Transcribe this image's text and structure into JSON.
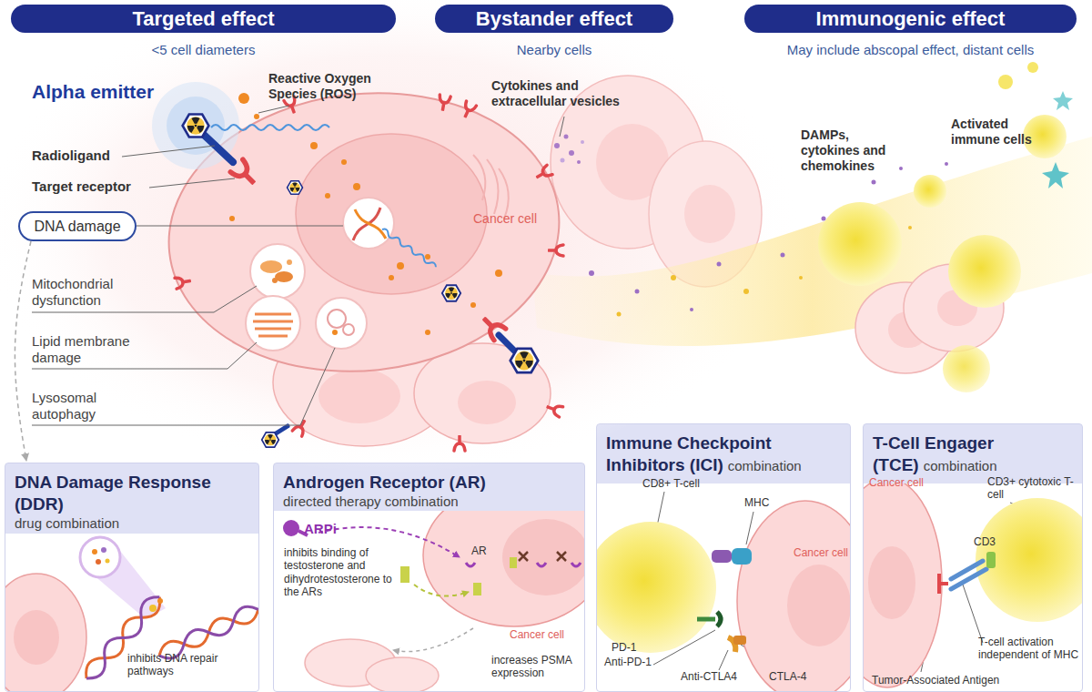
{
  "diagram": {
    "nodes": [
      {
        "text": [
          "Targeted effect",
          "<5 cell diameters"
        ]
      },
      {
        "text": [
          "Bystander effect",
          "Nearby cells"
        ]
      },
      {
        "text": [
          "Immunogenic effect",
          "May include abscopal effect, distant cells"
        ]
      },
      {
        "text": [
          "DNA damage"
        ]
      },
      {
        "text": [
          "DNA Damage Response (DDR)",
          "drug combination"
        ]
      },
      {
        "text": [
          "Androgen Receptor (AR)",
          "directed therapy combination"
        ]
      },
      {
        "text": [
          "Immune Checkpoint Inhibitors (ICI)",
          "combination"
        ]
      },
      {
        "text": [
          "T-Cell Engager (TCE)",
          "combination"
        ]
      }
    ],
    "edges": [
      {
        "from": 3,
        "to": 4,
        "arrow": "to"
      }
    ],
    "labels": [
      "Alpha emitter",
      "Reactive Oxygen Species (ROS)",
      "Radioligand",
      "Target receptor",
      "Mitochondrial dysfunction",
      "Lipid membrane damage",
      "Lysosomal autophagy",
      "Cancer cell",
      "Cytokines and extracellular vesicles",
      "DAMPs, cytokines and chemokines",
      "Activated immune cells",
      "inhibits DNA repair pathways",
      "ARPi",
      "inhibits binding of testosterone and dihydrotestosterone to the ARs",
      "AR",
      "Cancer cell",
      "increases PSMA expression",
      "CD8+ T-cell",
      "MHC",
      "PD-1",
      "Anti-PD-1",
      "Anti-CTLA4",
      "CTLA-4",
      "Cancer cell",
      "Cancer cell",
      "CD3+ cytotoxic T-cell",
      "CD3",
      "T-cell activation independent of MHC",
      "Tumor-Associated Antigen"
    ]
  }
}
